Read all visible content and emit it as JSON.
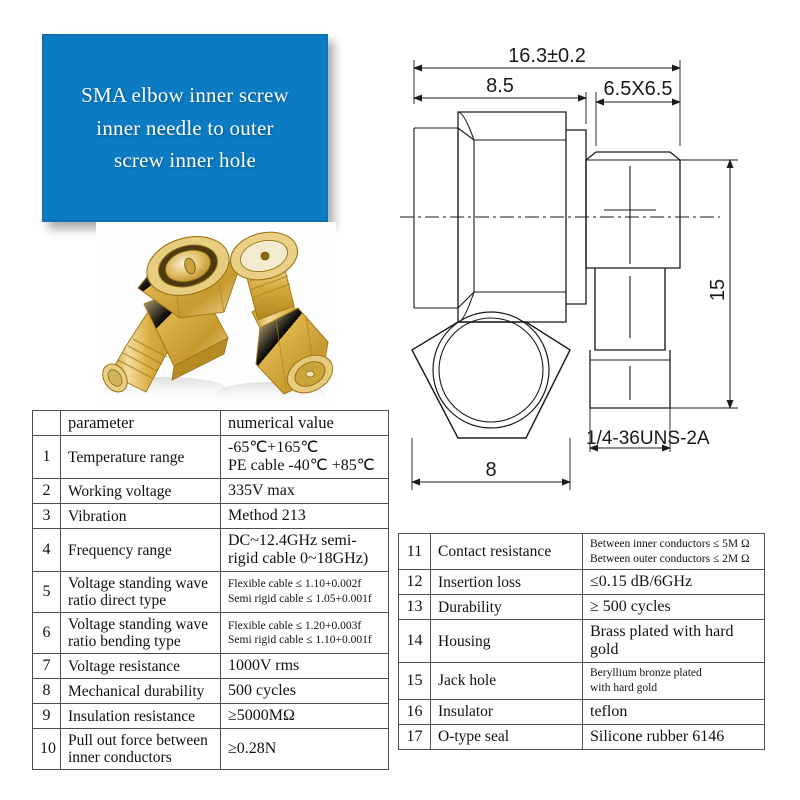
{
  "banner": {
    "title_line1": "SMA elbow inner screw",
    "title_line2": "inner needle to outer",
    "title_line3": "screw inner hole",
    "background_color": "#0b7cc4",
    "text_color": "#ffffff"
  },
  "product_photo": {
    "caption": "Two gold-plated right-angle SMA adapters on white background",
    "metal_color": "#d8a93c",
    "highlight_color": "#f5e0a0"
  },
  "tech_drawing": {
    "dimensions": {
      "overall_length": "16.3±0.2",
      "hex_to_body": "8.5",
      "body_square": "6.5X6.5",
      "height": "15",
      "hex_across_flats": "8",
      "thread": "1/4-36UNS-2A"
    },
    "line_color": "#1a1a1a"
  },
  "tables": {
    "left": {
      "header": {
        "index": "",
        "parameter": "parameter",
        "value": "numerical value"
      },
      "rows": [
        {
          "index": "1",
          "parameter": "Temperature range",
          "value": "-65℃+165℃\nPE cable -40℃ +85℃",
          "small": false
        },
        {
          "index": "2",
          "parameter": "Working voltage",
          "value": "335V max",
          "small": false
        },
        {
          "index": "3",
          "parameter": "Vibration",
          "value": "Method 213",
          "small": false
        },
        {
          "index": "4",
          "parameter": "Frequency range",
          "value": "DC~12.4GHz semi-rigid cable 0~18GHz)",
          "small": false
        },
        {
          "index": "5",
          "parameter": "Voltage standing wave ratio direct type",
          "value": "Flexible cable ≤ 1.10+0.002f\nSemi rigid cable ≤ 1.05+0.001f",
          "small": true
        },
        {
          "index": "6",
          "parameter": "Voltage standing wave ratio bending type",
          "value": "Flexible cable ≤ 1.20+0.003f\nSemi rigid cable ≤ 1.10+0.001f",
          "small": true
        },
        {
          "index": "7",
          "parameter": "Voltage resistance",
          "value": "1000V rms",
          "small": false
        },
        {
          "index": "8",
          "parameter": "Mechanical durability",
          "value": "500 cycles",
          "small": false
        },
        {
          "index": "9",
          "parameter": "Insulation resistance",
          "value": "≥5000MΩ",
          "small": false
        },
        {
          "index": "10",
          "parameter": "Pull out force between inner conductors",
          "value": "≥0.28N",
          "small": false
        }
      ]
    },
    "right": {
      "rows": [
        {
          "index": "11",
          "parameter": "Contact resistance",
          "value": "Between inner conductors ≤ 5M Ω\nBetween outer conductors ≤ 2M Ω",
          "small": true
        },
        {
          "index": "12",
          "parameter": "Insertion loss",
          "value": "≤0.15 dB/6GHz",
          "small": false
        },
        {
          "index": "13",
          "parameter": "Durability",
          "value": "≥ 500 cycles",
          "small": false
        },
        {
          "index": "14",
          "parameter": "Housing",
          "value": "Brass plated with hard gold",
          "small": false
        },
        {
          "index": "15",
          "parameter": "Jack hole",
          "value": "Beryllium bronze plated\nwith hard gold",
          "small": true
        },
        {
          "index": "16",
          "parameter": "Insulator",
          "value": "teflon",
          "small": false
        },
        {
          "index": "17",
          "parameter": "O-type seal",
          "value": "Silicone rubber 6146",
          "small": false
        }
      ]
    }
  }
}
